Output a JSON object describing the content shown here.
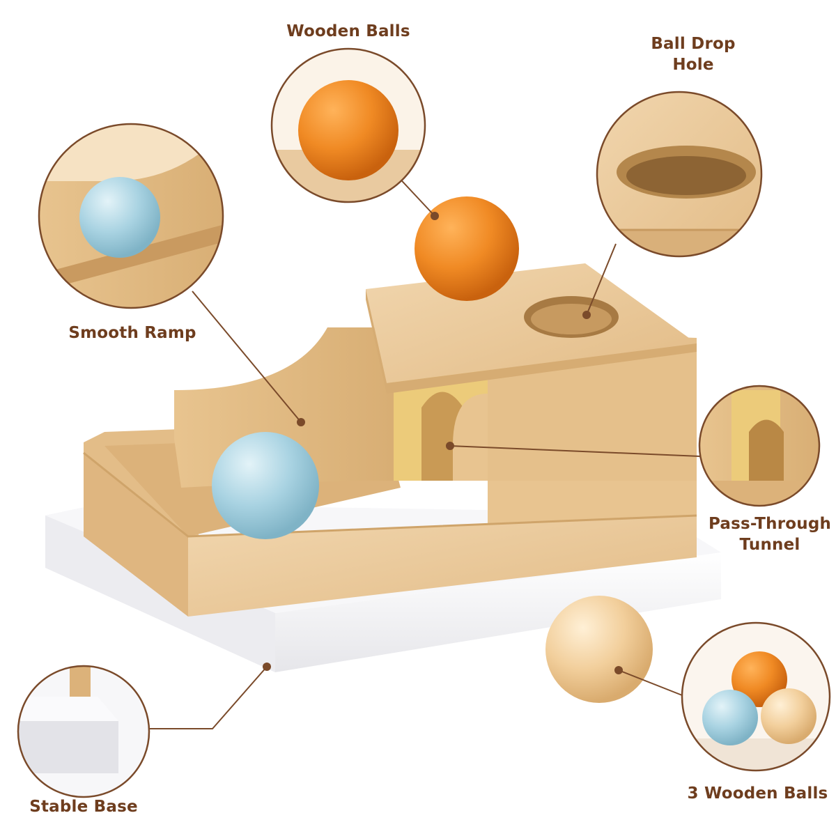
{
  "callouts": {
    "wooden_balls": "Wooden Balls",
    "ball_drop_hole_line1": "Ball Drop",
    "ball_drop_hole_line2": "Hole",
    "smooth_ramp": "Smooth Ramp",
    "pass_through_tunnel_line1": "Pass-Through",
    "pass_through_tunnel_line2": "Tunnel",
    "stable_base": "Stable Base",
    "three_wooden_balls": "3 Wooden Balls"
  },
  "colors": {
    "label_text": "#6e3d1e",
    "circle_outline": "#7a4a2a",
    "wood": "#e9c79a",
    "wood_dark": "#d2a874",
    "tunnel_yellow": "#eccb7a",
    "base_white": "#f4f4f6",
    "ball_orange": "#f08a24",
    "ball_blue": "#a9d3e2",
    "ball_natural": "#f2cf9c"
  }
}
